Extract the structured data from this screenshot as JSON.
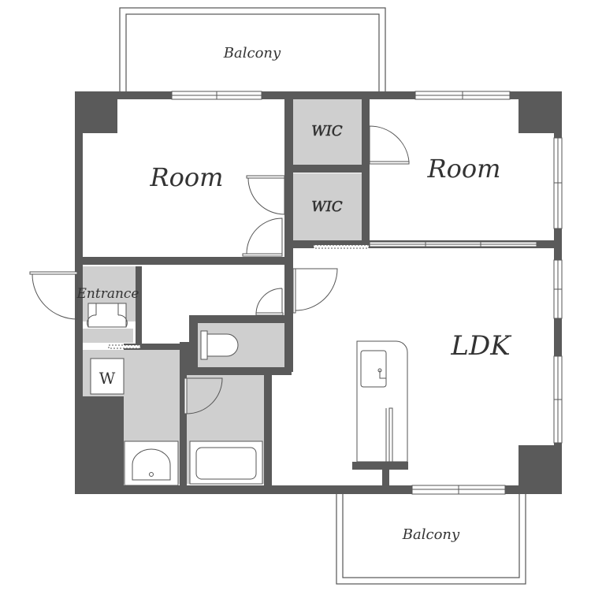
{
  "labels": {
    "balcony_top": "Balcony",
    "room_left": "Room",
    "room_right": "Room",
    "wic_upper": "WIC",
    "wic_lower": "WIC",
    "entrance": "Entrance",
    "ldk": "LDK",
    "washer": "W",
    "balcony_bottom": "Balcony"
  },
  "colors": {
    "wall": "#5a5a5a",
    "wet_area": "#cfcfcf",
    "line": "#555555",
    "background": "#ffffff"
  }
}
